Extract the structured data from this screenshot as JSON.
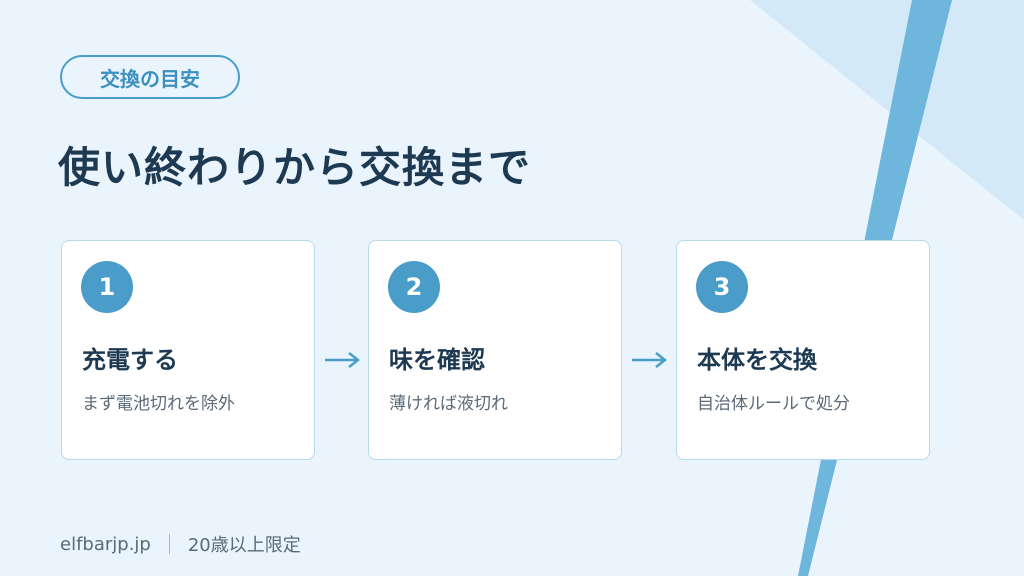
{
  "badge": "交換の目安",
  "title": "使い終わりから交換まで",
  "steps": [
    {
      "number": "1",
      "title": "充電する",
      "desc": "まず電池切れを除外"
    },
    {
      "number": "2",
      "title": "味を確認",
      "desc": "薄ければ液切れ"
    },
    {
      "number": "3",
      "title": "本体を交換",
      "desc": "自治体ルールで処分"
    }
  ],
  "footer": {
    "site": "elfbarjp.jp",
    "age_limit": "20歳以上限定"
  },
  "colors": {
    "background": "#eaf4fc",
    "accent": "#4a9cc9",
    "title": "#1e3a52",
    "text_muted": "#5a6a78",
    "card_border": "#b7d9ec"
  },
  "icons": [
    "arrow-right-icon",
    "arrow-right-icon"
  ]
}
